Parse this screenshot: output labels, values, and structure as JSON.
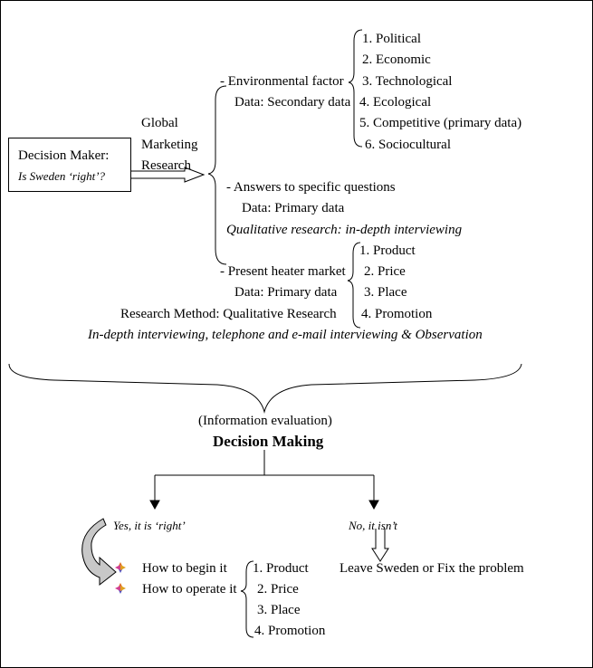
{
  "decision_maker": {
    "title": "Decision Maker:",
    "question": "Is Sweden ‘right’?"
  },
  "global_research": {
    "line1": "Global",
    "line2": "Marketing",
    "line3": "Research"
  },
  "environmental": {
    "label": "- Environmental factor",
    "data": "Data: Secondary data",
    "factors": [
      "1. Political",
      "2. Economic",
      "3. Technological",
      "4. Ecological",
      "5. Competitive (primary data)",
      "6. Sociocultural"
    ]
  },
  "answers": {
    "label": "- Answers to specific questions",
    "data": "Data: Primary data",
    "method": "Qualitative research: in-depth interviewing"
  },
  "heater": {
    "label": "- Present heater market",
    "data": "Data: Primary data",
    "method": "Research Method: Qualitative Research",
    "mix": [
      "1. Product",
      "2. Price",
      "3. Place",
      "4. Promotion"
    ]
  },
  "methods_line": "In-depth interviewing, telephone and e-mail interviewing & Observation",
  "evaluation": "(Information evaluation)",
  "decision": "Decision Making",
  "yes": {
    "label": "Yes, it is ‘right’",
    "items": [
      "How to begin it",
      "How to operate it"
    ],
    "mix": [
      "1. Product",
      "2. Price",
      "3. Place",
      "4. Promotion"
    ]
  },
  "no": {
    "label": "No, it isn’t",
    "action": "Leave Sweden or Fix the problem"
  }
}
